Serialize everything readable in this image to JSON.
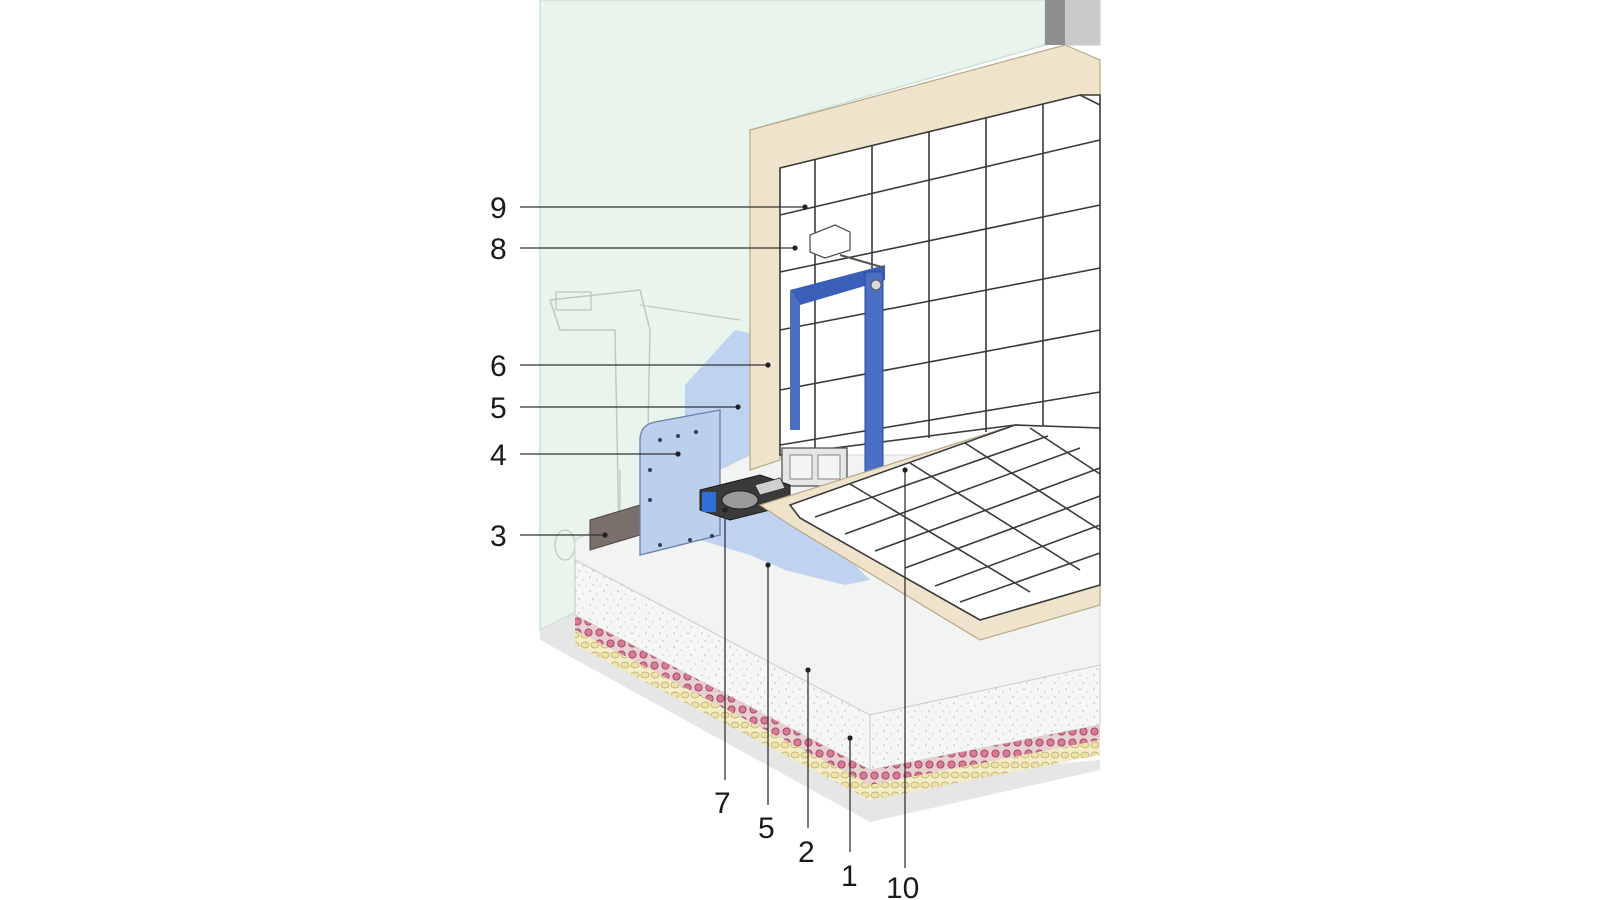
{
  "callouts": {
    "label_1": "1",
    "label_2": "2",
    "label_3": "3",
    "label_4": "4",
    "label_5_left": "5",
    "label_5_bottom": "5",
    "label_6": "6",
    "label_7": "7",
    "label_8": "8",
    "label_9": "9",
    "label_10": "10"
  },
  "colors": {
    "wall": "#e8f3ec",
    "wall_edge": "#cfe1d6",
    "screed_top": "#f1f3f2",
    "screed_front": "#f7f7f7",
    "insulation": "#e9c9c9",
    "insulation_dots": "#c85070",
    "base_layer": "#f3ecc4",
    "sealing_membrane": "#aac6ec",
    "frame_blue": "#3b5fb8",
    "tile_bed": "#efe3cc",
    "tile": "#ffffff",
    "steel_plate": "#b9cbe8",
    "floor_shadow": "#e5e5e5"
  }
}
